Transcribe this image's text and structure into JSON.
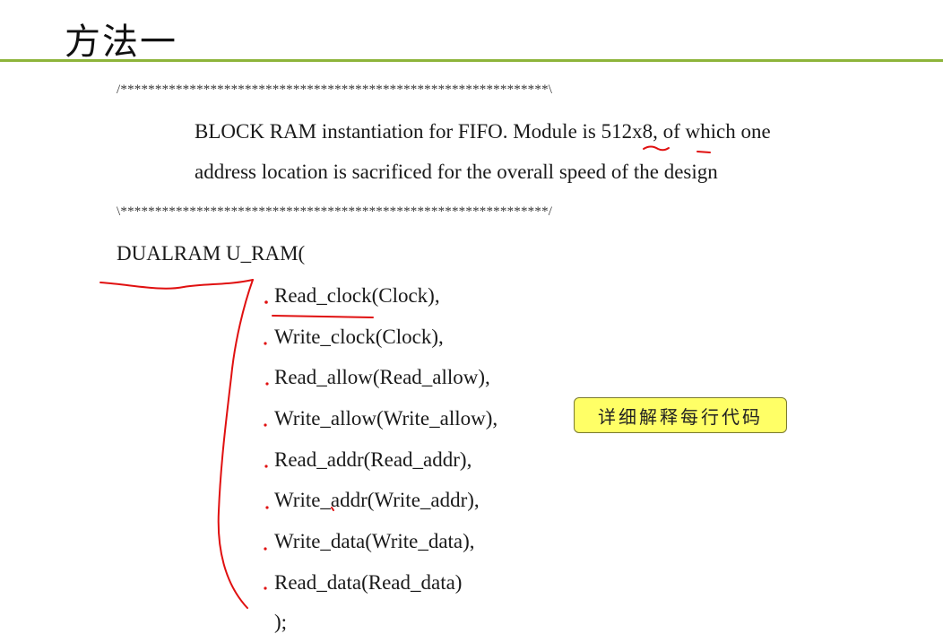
{
  "slide": {
    "title": "方法一",
    "comment_open": "/**************************************************************\\",
    "comment_close": "\\**************************************************************/",
    "description_line1": "BLOCK RAM instantiation for FIFO. Module is 512x8, of which one",
    "description_line2": "address location is sacrificed for the overall speed of the design",
    "instance_line": "DUALRAM U_RAM(",
    "ports": [
      "Read_clock(Clock),",
      "Write_clock(Clock),",
      "Read_allow(Read_allow),",
      "Write_allow(Write_allow),",
      "Read_addr(Read_addr),",
      "Write_addr(Write_addr),",
      "Write_data(Write_data),",
      "Read_data(Read_data)"
    ],
    "closing": ");",
    "callout": "详细解释每行代码"
  },
  "colors": {
    "accent_rule": "#8db43a",
    "callout_bg": "#ffff66",
    "annotation_ink": "#e01010"
  }
}
